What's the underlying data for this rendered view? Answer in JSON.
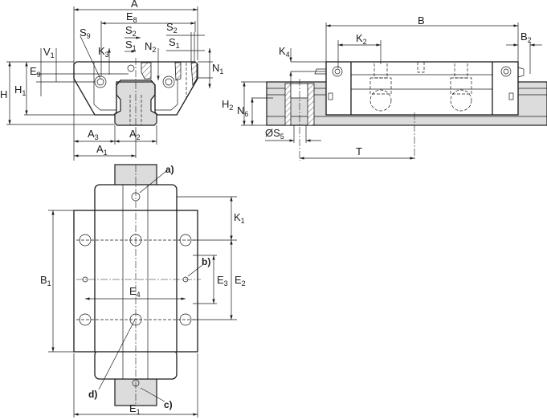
{
  "labels": {
    "A": {
      "t": "A",
      "s": ""
    },
    "E8": {
      "t": "E",
      "s": "8"
    },
    "S9": {
      "t": "S",
      "s": "9"
    },
    "S2a": {
      "t": "S",
      "s": "2"
    },
    "S2b": {
      "t": "S",
      "s": "2"
    },
    "K3": {
      "t": "K",
      "s": "3"
    },
    "S1a": {
      "t": "S",
      "s": "1"
    },
    "S1b": {
      "t": "S",
      "s": "1"
    },
    "N2": {
      "t": "N",
      "s": "2"
    },
    "V1": {
      "t": "V",
      "s": "1"
    },
    "E9": {
      "t": "E",
      "s": "9"
    },
    "H": {
      "t": "H",
      "s": ""
    },
    "H1": {
      "t": "H",
      "s": "1"
    },
    "N1": {
      "t": "N",
      "s": "1"
    },
    "A3": {
      "t": "A",
      "s": "3"
    },
    "A2": {
      "t": "A",
      "s": "2"
    },
    "A1": {
      "t": "A",
      "s": "1"
    },
    "B": {
      "t": "B",
      "s": ""
    },
    "K2": {
      "t": "K",
      "s": "2"
    },
    "B2": {
      "t": "B",
      "s": "2"
    },
    "K4": {
      "t": "K",
      "s": "4"
    },
    "H2": {
      "t": "H",
      "s": "2"
    },
    "N6": {
      "t": "N",
      "s": "6"
    },
    "S5": {
      "t": "ØS",
      "s": "5"
    },
    "T": {
      "t": "T",
      "s": ""
    },
    "K1": {
      "t": "K",
      "s": "1"
    },
    "B1": {
      "t": "B",
      "s": "1"
    },
    "E3": {
      "t": "E",
      "s": "3"
    },
    "E2": {
      "t": "E",
      "s": "2"
    },
    "E4": {
      "t": "E",
      "s": "4"
    },
    "E1": {
      "t": "E",
      "s": "1"
    }
  },
  "callouts": {
    "a": "a)",
    "b": "b)",
    "c": "c)",
    "d": "d)"
  }
}
